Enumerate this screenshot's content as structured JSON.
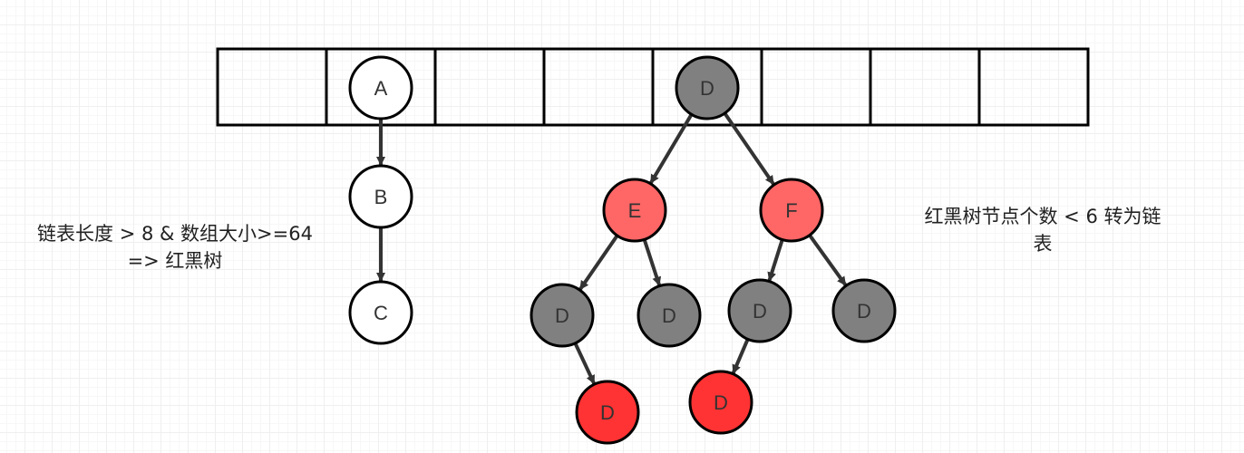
{
  "colors": {
    "background": "#ffffff",
    "grid": "#efefef",
    "stroke": "#000000",
    "edge": "#333333",
    "node_white": "#ffffff",
    "node_gray": "#808080",
    "node_pink": "#ff6666",
    "node_red": "#ff3333"
  },
  "array": {
    "cell_count": 8
  },
  "nodes": [
    {
      "id": "A",
      "label": "A",
      "fill": "white"
    },
    {
      "id": "B",
      "label": "B",
      "fill": "white"
    },
    {
      "id": "C",
      "label": "C",
      "fill": "white"
    },
    {
      "id": "D_root",
      "label": "D",
      "fill": "gray"
    },
    {
      "id": "E",
      "label": "E",
      "fill": "pink"
    },
    {
      "id": "F",
      "label": "F",
      "fill": "pink"
    },
    {
      "id": "D_e_left",
      "label": "D",
      "fill": "gray"
    },
    {
      "id": "D_e_right",
      "label": "D",
      "fill": "gray"
    },
    {
      "id": "D_f_left",
      "label": "D",
      "fill": "gray"
    },
    {
      "id": "D_f_right",
      "label": "D",
      "fill": "gray"
    },
    {
      "id": "D_leaf_1",
      "label": "D",
      "fill": "red"
    },
    {
      "id": "D_leaf_2",
      "label": "D",
      "fill": "red"
    }
  ],
  "edges": [
    {
      "from": "A",
      "to": "B"
    },
    {
      "from": "B",
      "to": "C"
    },
    {
      "from": "D_root",
      "to": "E"
    },
    {
      "from": "D_root",
      "to": "F"
    },
    {
      "from": "E",
      "to": "D_e_left"
    },
    {
      "from": "E",
      "to": "D_e_right"
    },
    {
      "from": "F",
      "to": "D_f_left"
    },
    {
      "from": "F",
      "to": "D_f_right"
    },
    {
      "from": "D_e_left",
      "to": "D_leaf_1"
    },
    {
      "from": "D_f_left",
      "to": "D_leaf_2"
    }
  ],
  "notes": {
    "left_line1": "链表长度 > 8 & 数组大小>=64",
    "left_line2": "=> 红黑树",
    "right_line1": "红黑树节点个数 < 6 转为链",
    "right_line2": "表"
  }
}
